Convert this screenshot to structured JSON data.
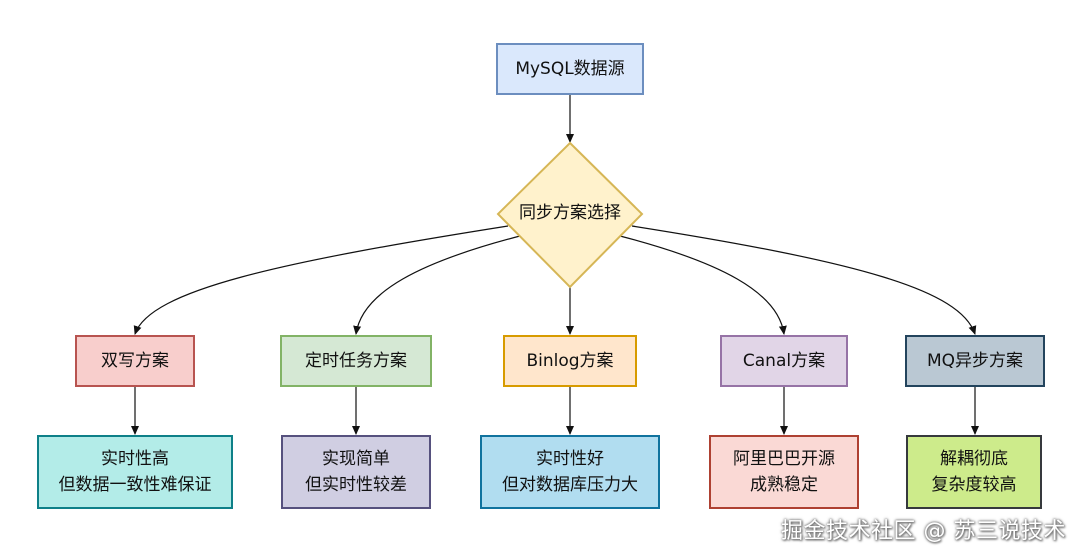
{
  "source": {
    "label": "MySQL数据源",
    "fill": "#dae8fc",
    "stroke": "#6c8ebf"
  },
  "decision": {
    "label": "同步方案选择",
    "fill": "#fff2cc",
    "stroke": "#d6b656"
  },
  "options": [
    {
      "label": "双写方案",
      "fill": "#f8cecc",
      "stroke": "#b85450"
    },
    {
      "label": "定时任务方案",
      "fill": "#d5e8d4",
      "stroke": "#82b366"
    },
    {
      "label": "Binlog方案",
      "fill": "#ffe6cc",
      "stroke": "#d79b00"
    },
    {
      "label": "Canal方案",
      "fill": "#e1d5e7",
      "stroke": "#9673a6"
    },
    {
      "label": "MQ异步方案",
      "fill": "#bac8d3",
      "stroke": "#23445d"
    }
  ],
  "results": [
    {
      "line1": "实时性高",
      "line2": "但数据一致性难保证",
      "fill": "#b3ece8",
      "stroke": "#0e8088"
    },
    {
      "line1": "实现简单",
      "line2": "但实时性较差",
      "fill": "#d0cee2",
      "stroke": "#56517e"
    },
    {
      "line1": "实时性好",
      "line2": "但对数据库压力大",
      "fill": "#b1ddf0",
      "stroke": "#10739e"
    },
    {
      "line1": "阿里巴巴开源",
      "line2": "成熟稳定",
      "fill": "#fad9d5",
      "stroke": "#ae4132"
    },
    {
      "line1": "解耦彻底",
      "line2": "复杂度较高",
      "fill": "#cdeb8b",
      "stroke": "#36393d"
    }
  ],
  "watermark": "掘金技术社区 @ 苏三说技术"
}
